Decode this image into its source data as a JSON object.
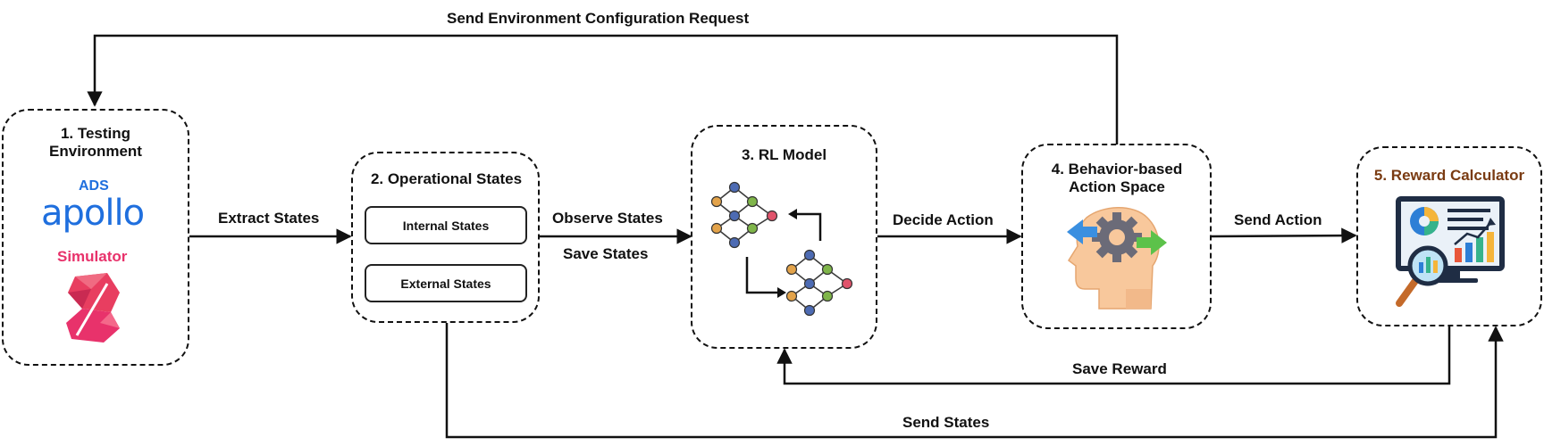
{
  "flow_labels": {
    "send_env_config": "Send Environment Configuration Request",
    "extract_states": "Extract States",
    "observe_states": "Observe States",
    "save_states": "Save States",
    "decide_action": "Decide Action",
    "send_action": "Send Action",
    "save_reward": "Save Reward",
    "send_states": "Send States"
  },
  "nodes": {
    "testing_env": {
      "title": "1. Testing Environment",
      "ads_label": "ADS",
      "apollo_logo": "apollo",
      "simulator_label": "Simulator"
    },
    "operational_states": {
      "title": "2. Operational States",
      "internal": "Internal States",
      "external": "External States"
    },
    "rl_model": {
      "title": "3. RL Model"
    },
    "action_space": {
      "title": "4. Behavior-based Action Space"
    },
    "reward_calc": {
      "title": "5. Reward Calculator",
      "title_color": "#7a3b12"
    }
  },
  "icons": {
    "simulator": "lgsvl-simulator-icon",
    "rl_model": "neural-network-icon",
    "action_space": "head-gear-icon",
    "reward_calc": "analytics-monitor-icon"
  }
}
